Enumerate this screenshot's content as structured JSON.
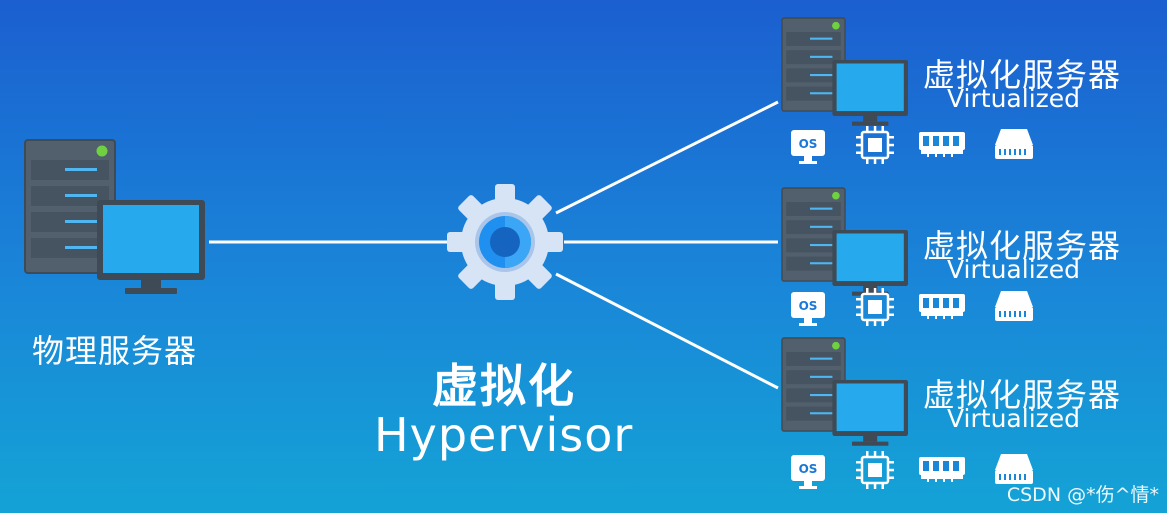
{
  "physical": {
    "label": "物理服务器",
    "icon": "server-with-monitor-icon"
  },
  "hypervisor": {
    "label_cn": "虚拟化",
    "label_en": "Hypervisor",
    "icon": "gear-icon"
  },
  "virtual_servers": [
    {
      "label_cn": "虚拟化服务器",
      "label_en": "Virtualized",
      "resources": [
        "os-icon",
        "cpu-icon",
        "memory-icon",
        "disk-icon"
      ],
      "os_text": "OS"
    },
    {
      "label_cn": "虚拟化服务器",
      "label_en": "Virtualized",
      "resources": [
        "os-icon",
        "cpu-icon",
        "memory-icon",
        "disk-icon"
      ],
      "os_text": "OS"
    },
    {
      "label_cn": "虚拟化服务器",
      "label_en": "Virtualized",
      "resources": [
        "os-icon",
        "cpu-icon",
        "memory-icon",
        "disk-icon"
      ],
      "os_text": "OS"
    }
  ],
  "watermark": "CSDN @*伤^情*",
  "colors": {
    "bg_top": "#1b5fd0",
    "bg_bottom": "#14a3d6",
    "server_body": "#52606d",
    "screen": "#27a9ee",
    "led": "#6fd13f",
    "line": "#ffffff",
    "gear_outer": "#d6e4f6",
    "gear_ring": "#1f8ff0"
  }
}
